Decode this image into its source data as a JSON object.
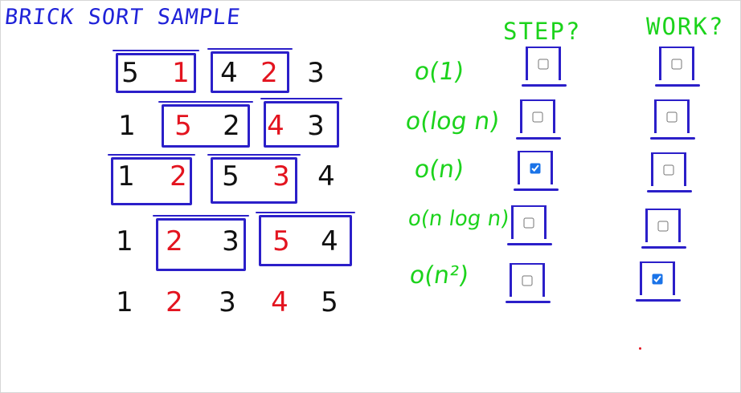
{
  "title": "BRICK SORT SAMPLE",
  "headers": {
    "step": "STEP?",
    "work": "WORK?"
  },
  "rows": [
    {
      "values": [
        "5",
        "1",
        "4",
        "2",
        "3"
      ],
      "colors": [
        "black",
        "red",
        "black",
        "red",
        "black"
      ]
    },
    {
      "values": [
        "1",
        "5",
        "2",
        "4",
        "3"
      ],
      "colors": [
        "black",
        "red",
        "black",
        "red",
        "black"
      ]
    },
    {
      "values": [
        "1",
        "2",
        "5",
        "3",
        "4"
      ],
      "colors": [
        "black",
        "red",
        "black",
        "red",
        "black"
      ]
    },
    {
      "values": [
        "1",
        "2",
        "3",
        "5",
        "4"
      ],
      "colors": [
        "black",
        "red",
        "black",
        "red",
        "black"
      ]
    },
    {
      "values": [
        "1",
        "2",
        "3",
        "4",
        "5"
      ],
      "colors": [
        "black",
        "red",
        "black",
        "red",
        "black"
      ]
    }
  ],
  "options": [
    {
      "label": "o(1)",
      "step": false,
      "work": false
    },
    {
      "label": "o(log n)",
      "step": false,
      "work": false
    },
    {
      "label": "o(n)",
      "step": true,
      "work": false
    },
    {
      "label": "o(n log n)",
      "step": false,
      "work": false
    },
    {
      "label": "o(n²)",
      "step": false,
      "work": true
    }
  ],
  "colors": {
    "ink_blue": "#2b1fc9",
    "green": "#1cd31c",
    "red": "#e3141f",
    "black": "#111111"
  }
}
